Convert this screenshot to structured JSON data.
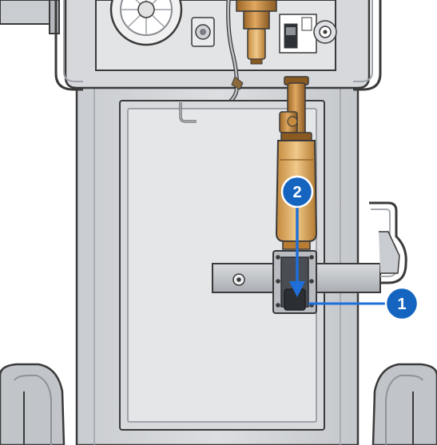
{
  "callouts": [
    {
      "id": "1",
      "label": "1"
    },
    {
      "id": "2",
      "label": "2"
    }
  ],
  "colors": {
    "callout": "#1565c0",
    "callout_line": "#1e6fd9",
    "cart_body": "#d3d6da",
    "cart_outline": "#3a3a3a",
    "bracket": "#c2c5c9",
    "bracket_dark": "#6d7177",
    "brass": "#c58a3e",
    "brass_dark": "#8a5a22",
    "jar": "#d8a45a",
    "wheel": "#b9bcc0",
    "background": "#ffffff"
  },
  "icons": [
    "check-valve-icon",
    "gas-outlet-icon",
    "pressure-gauge-icon"
  ]
}
